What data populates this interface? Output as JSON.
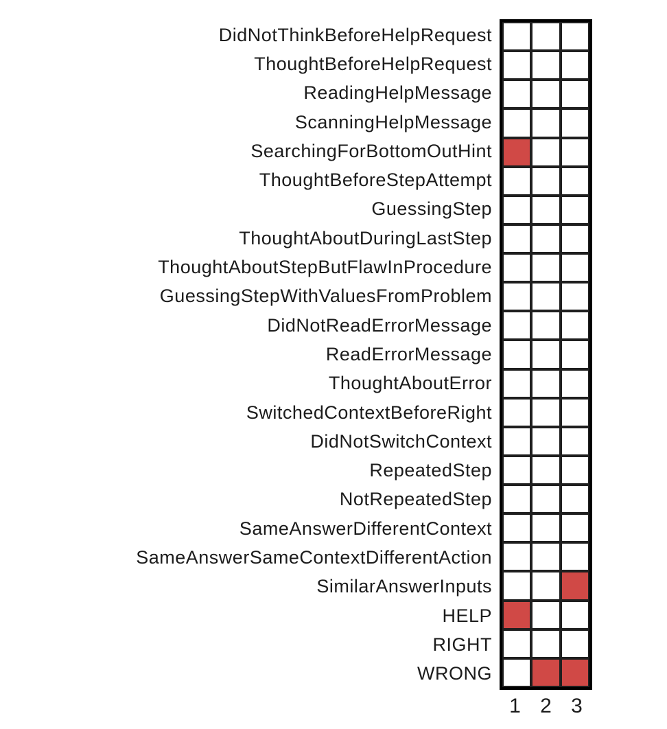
{
  "chart_data": {
    "type": "heatmap",
    "title": "",
    "xlabel": "",
    "ylabel": "",
    "legend": "none",
    "x_categories": [
      "1",
      "2",
      "3"
    ],
    "y_categories": [
      "DidNotThinkBeforeHelpRequest",
      "ThoughtBeforeHelpRequest",
      "ReadingHelpMessage",
      "ScanningHelpMessage",
      "SearchingForBottomOutHint",
      "ThoughtBeforeStepAttempt",
      "GuessingStep",
      "ThoughtAboutDuringLastStep",
      "ThoughtAboutStepButFlawInProcedure",
      "GuessingStepWithValuesFromProblem",
      "DidNotReadErrorMessage",
      "ReadErrorMessage",
      "ThoughtAboutError",
      "SwitchedContextBeforeRight",
      "DidNotSwitchContext",
      "RepeatedStep",
      "NotRepeatedStep",
      "SameAnswerDifferentContext",
      "SameAnswerSameContextDifferentAction",
      "SimilarAnswerInputs",
      "HELP",
      "RIGHT",
      "WRONG"
    ],
    "matrix": [
      [
        0,
        0,
        0
      ],
      [
        0,
        0,
        0
      ],
      [
        0,
        0,
        0
      ],
      [
        0,
        0,
        0
      ],
      [
        1,
        0,
        0
      ],
      [
        0,
        0,
        0
      ],
      [
        0,
        0,
        0
      ],
      [
        0,
        0,
        0
      ],
      [
        0,
        0,
        0
      ],
      [
        0,
        0,
        0
      ],
      [
        0,
        0,
        0
      ],
      [
        0,
        0,
        0
      ],
      [
        0,
        0,
        0
      ],
      [
        0,
        0,
        0
      ],
      [
        0,
        0,
        0
      ],
      [
        0,
        0,
        0
      ],
      [
        0,
        0,
        0
      ],
      [
        0,
        0,
        0
      ],
      [
        0,
        0,
        0
      ],
      [
        0,
        0,
        1
      ],
      [
        1,
        0,
        0
      ],
      [
        0,
        0,
        0
      ],
      [
        0,
        1,
        1
      ]
    ],
    "filled_cells": [
      {
        "row": "SearchingForBottomOutHint",
        "col": "1"
      },
      {
        "row": "SimilarAnswerInputs",
        "col": "3"
      },
      {
        "row": "HELP",
        "col": "1"
      },
      {
        "row": "WRONG",
        "col": "2"
      },
      {
        "row": "WRONG",
        "col": "3"
      }
    ],
    "colors": {
      "filled": "#d04946",
      "empty": "#ffffff",
      "inner_grid_line": "#1f1f1f",
      "outer_border": "#000000",
      "label_text": "#1c1c1c"
    },
    "layout_hints": {
      "grid": true,
      "rows": 23,
      "columns": 3,
      "y_labels_position": "left",
      "x_tick_labels_position": "bottom"
    }
  }
}
